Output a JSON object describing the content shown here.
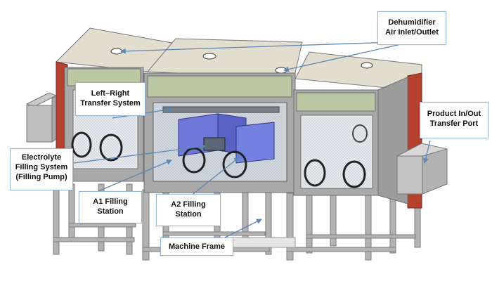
{
  "labels": {
    "dehumidifier": "Dehumidifier\nAir Inlet/Outlet",
    "left_right_transfer": "Left–Right\nTransfer System",
    "product_transfer_port": "Product In/Out\nTransfer Port",
    "electrolyte_filling": "Electrolyte\nFilling System\n(Filling Pump)",
    "a1_station": "A1 Filling\nStation",
    "a2_station": "A2 Filling\nStation",
    "machine_frame": "Machine Frame"
  },
  "colors": {
    "frame": "#a9a9a9",
    "panel_green": "#b9c8a3",
    "side_red": "#b5402e",
    "top_beige": "#e3ddd0",
    "blue_equipment": "#6f78d8",
    "callout_line": "#5b87b5"
  }
}
